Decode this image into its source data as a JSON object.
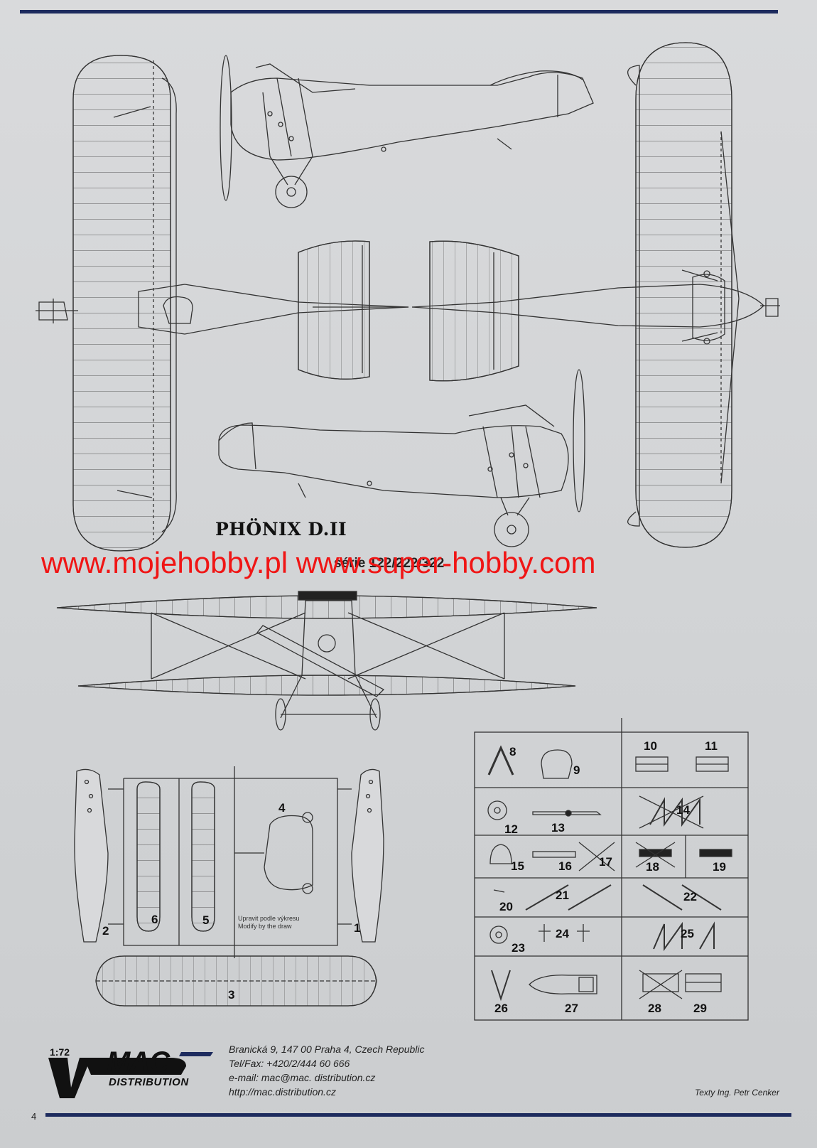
{
  "page": {
    "title": "PHÖNIX D.II",
    "series": "série 122/222/322",
    "watermark": "www.mojehobby.pl www.super-hobby.com",
    "page_number": "4",
    "credit": "Texty Ing. Petr Cenker"
  },
  "sprue_a": {
    "parts": [
      "1",
      "2",
      "3",
      "4",
      "5",
      "6"
    ],
    "note_cz": "Upravit podle výkresu",
    "note_en": "Modify by the draw"
  },
  "sprue_b": {
    "parts": [
      "8",
      "9",
      "10",
      "11",
      "12",
      "13",
      "14",
      "15",
      "16",
      "17",
      "18",
      "19",
      "20",
      "21",
      "22",
      "23",
      "24",
      "25",
      "26",
      "27",
      "28",
      "29"
    ],
    "crossed_out": [
      "14",
      "17",
      "18",
      "28"
    ]
  },
  "publisher": {
    "scale": "1:72",
    "brand": "MAC",
    "brand_sub": "DISTRIBUTION",
    "address": "Branická 9, 147 00 Praha 4, Czech Republic",
    "phone": "Tel/Fax: +420/2/444 60 666",
    "email": "e-mail: mac@mac. distribution.cz",
    "web": "http://mac.distribution.cz"
  },
  "colors": {
    "rule": "#1d2b5e",
    "watermark": "#f01515",
    "ink": "#333333"
  }
}
